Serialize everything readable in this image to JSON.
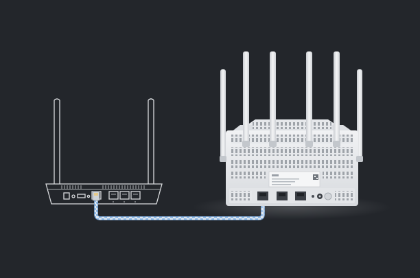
{
  "scene": {
    "background_color": "#23262b",
    "outline_color": "#d9dbde",
    "cable_colors": [
      "#8fb9e6",
      "#dfe7ef"
    ]
  },
  "old_router": {
    "antenna_count": 2,
    "lan_port_count": 3,
    "wan_port_count": 1
  },
  "new_router": {
    "antenna_count": 6,
    "lan_port_count": 2,
    "body_color": "#e9ebee"
  }
}
